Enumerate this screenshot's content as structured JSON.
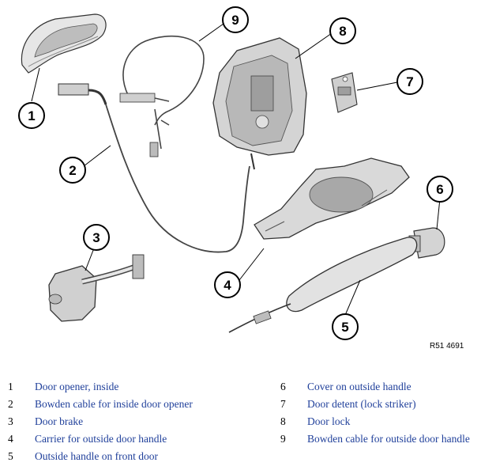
{
  "figure": {
    "reference_code": "R51 4691",
    "callouts": [
      "1",
      "2",
      "3",
      "4",
      "5",
      "6",
      "7",
      "8",
      "9"
    ]
  },
  "legend": [
    {
      "num": "1",
      "text": "Door opener, inside"
    },
    {
      "num": "2",
      "text": "Bowden cable for inside door opener"
    },
    {
      "num": "3",
      "text": "Door brake"
    },
    {
      "num": "4",
      "text": "Carrier for outside door handle"
    },
    {
      "num": "5",
      "text": "Outside handle on front door"
    },
    {
      "num": "6",
      "text": "Cover on outside handle"
    },
    {
      "num": "7",
      "text": "Door detent (lock striker)"
    },
    {
      "num": "8",
      "text": "Door lock"
    },
    {
      "num": "9",
      "text": "Bowden cable for outside door handle"
    }
  ],
  "colors": {
    "legend_text": "#1f3f9a",
    "line": "#000000",
    "part_fill": "#d8d8d8"
  }
}
